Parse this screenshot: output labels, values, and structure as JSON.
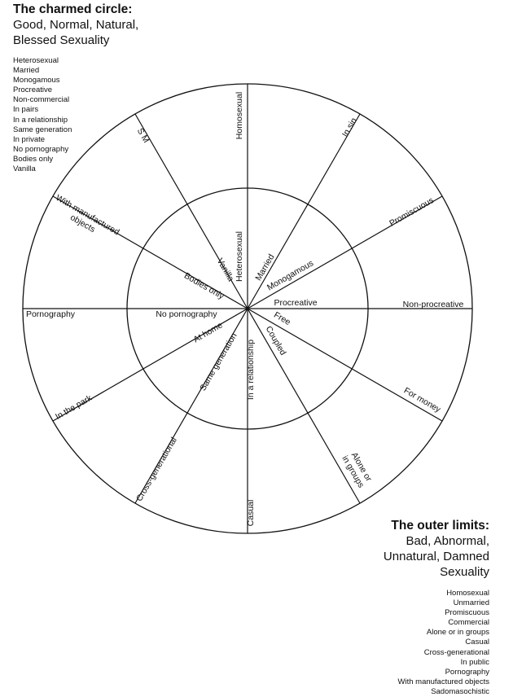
{
  "charmed": {
    "title": "The charmed circle:",
    "subtitle_lines": [
      "Good, Normal, Natural,",
      "Blessed Sexuality"
    ],
    "items": [
      "Heterosexual",
      "Married",
      "Monogamous",
      "Procreative",
      "Non-commercial",
      "In pairs",
      "In a relationship",
      "Same generation",
      "In private",
      "No pornography",
      "Bodies only",
      "Vanilla"
    ]
  },
  "outer": {
    "title": "The outer limits:",
    "subtitle_lines": [
      "Bad, Abnormal,",
      "Unnatural, Damned",
      "Sexuality"
    ],
    "items": [
      "Homosexual",
      "Unmarried",
      "Promiscuous",
      "Commercial",
      "Alone or in groups",
      "Casual",
      "Cross-generational",
      "In public",
      "Pornography",
      "With manufactured objects",
      "Sadomasochistic"
    ]
  },
  "wheel": {
    "outer_labels": [
      [
        "Homosexual"
      ],
      [
        "In sin"
      ],
      [
        "Promiscuous"
      ],
      [
        "Non-procreative"
      ],
      [
        "For money"
      ],
      [
        "Alone or",
        "in groups"
      ],
      [
        "Casual"
      ],
      [
        "Cross-generational"
      ],
      [
        "In the park"
      ],
      [
        "Pornography"
      ],
      [
        "With manufactured",
        "objects"
      ],
      [
        "S M"
      ]
    ],
    "inner_labels": [
      [
        "Heterosexual"
      ],
      [
        "Married"
      ],
      [
        "Monogamous"
      ],
      [
        "Procreative"
      ],
      [
        "Free"
      ],
      [
        "Coupled"
      ],
      [
        "In a relationship"
      ],
      [
        "Same generation"
      ],
      [
        "At home"
      ],
      [
        "No pornography"
      ],
      [
        "Bodies only"
      ],
      [
        "Vanilla"
      ]
    ]
  }
}
